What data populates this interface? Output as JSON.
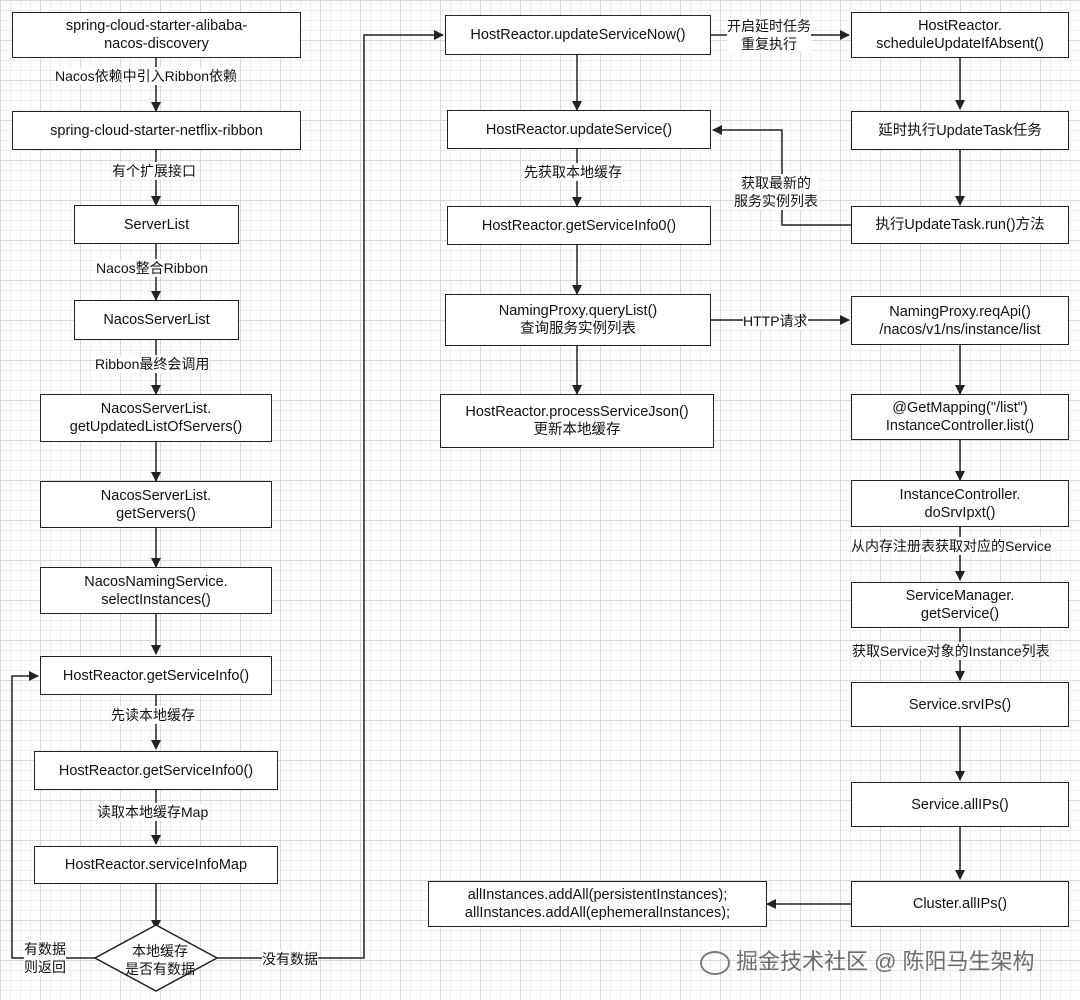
{
  "left_column": {
    "n1": [
      "spring-cloud-starter-alibaba-",
      "nacos-discovery"
    ],
    "e1": "Nacos依赖中引入Ribbon依赖",
    "n2": "spring-cloud-starter-netflix-ribbon",
    "e2": "有个扩展接口",
    "n3": "ServerList",
    "e3": "Nacos整合Ribbon",
    "n4": "NacosServerList",
    "e4": "Ribbon最终会调用",
    "n5": [
      "NacosServerList.",
      "getUpdatedListOfServers()"
    ],
    "n6": [
      "NacosServerList.",
      "getServers()"
    ],
    "n7": [
      "NacosNamingService.",
      "selectInstances()"
    ],
    "n8": "HostReactor.getServiceInfo()",
    "e8": "先读本地缓存",
    "n9": "HostReactor.getServiceInfo0()",
    "e9": "读取本地缓存Map",
    "n10": "HostReactor.serviceInfoMap",
    "decision": [
      "本地缓存",
      "是否有数据"
    ],
    "yes_label": [
      "有数据",
      "则返回"
    ],
    "no_label": "没有数据"
  },
  "middle_column": {
    "m1": "HostReactor.updateServiceNow()",
    "m2": "HostReactor.updateService()",
    "em2": "先获取本地缓存",
    "m3": "HostReactor.getServiceInfo0()",
    "m4": [
      "NamingProxy.queryList()",
      "查询服务实例列表"
    ],
    "m5": [
      "HostReactor.processServiceJson()",
      "更新本地缓存"
    ],
    "m6": [
      "allInstances.addAll(persistentInstances);",
      "allInstances.addAll(ephemeralInstances);"
    ]
  },
  "right_column": {
    "r1": [
      "HostReactor.",
      "scheduleUpdateIfAbsent()"
    ],
    "er1": [
      "开启延时任务",
      "重复执行"
    ],
    "r2": "延时执行UpdateTask任务",
    "r3": "执行UpdateTask.run()方法",
    "er3": [
      "获取最新的",
      "服务实例列表"
    ],
    "r4": [
      "NamingProxy.reqApi()",
      "/nacos/v1/ns/instance/list"
    ],
    "er4": "HTTP请求",
    "r5": [
      "@GetMapping(\"/list\")",
      "InstanceController.list()"
    ],
    "r6": [
      "InstanceController.",
      "doSrvIpxt()"
    ],
    "er6": "从内存注册表获取对应的Service",
    "r7": [
      "ServiceManager.",
      "getService()"
    ],
    "er7": "获取Service对象的Instance列表",
    "r8": "Service.srvIPs()",
    "r9": "Service.allIPs()",
    "r10": "Cluster.allIPs()"
  },
  "watermark": "掘金技术社区 @ 陈阳马生架构"
}
